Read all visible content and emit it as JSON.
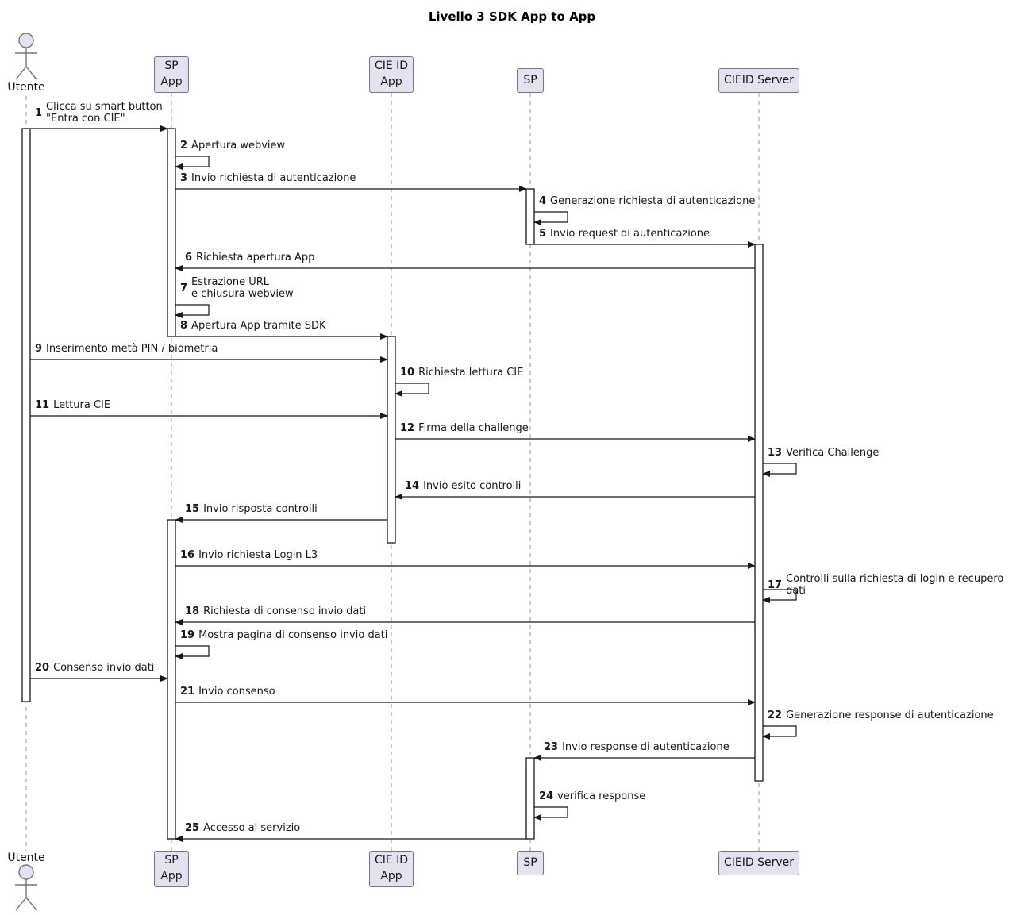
{
  "title": "Livello 3 SDK App to App",
  "actor": {
    "name": "Utente"
  },
  "participants": [
    {
      "label": "SP\nApp"
    },
    {
      "label": "CIE ID\nApp"
    },
    {
      "label": "SP"
    },
    {
      "label": "CIEID Server"
    }
  ],
  "messages": [
    {
      "num": "1",
      "text": "Clicca su smart button\n\"Entra con CIE\"",
      "from": "Utente",
      "to": "SP App"
    },
    {
      "num": "2",
      "text": "Apertura webview",
      "from": "SP App",
      "to": "SP App"
    },
    {
      "num": "3",
      "text": "Invio richiesta di autenticazione",
      "from": "SP App",
      "to": "SP"
    },
    {
      "num": "4",
      "text": "Generazione richiesta di autenticazione",
      "from": "SP",
      "to": "SP"
    },
    {
      "num": "5",
      "text": "Invio request di autenticazione",
      "from": "SP",
      "to": "CIEID Server"
    },
    {
      "num": "6",
      "text": "Richiesta apertura App",
      "from": "CIEID Server",
      "to": "SP App"
    },
    {
      "num": "7",
      "text": "Estrazione URL\ne chiusura webview",
      "from": "SP App",
      "to": "SP App"
    },
    {
      "num": "8",
      "text": "Apertura App tramite SDK",
      "from": "SP App",
      "to": "CIE ID App"
    },
    {
      "num": "9",
      "text": "Inserimento metà PIN / biometria",
      "from": "Utente",
      "to": "CIE ID App"
    },
    {
      "num": "10",
      "text": "Richiesta lettura CIE",
      "from": "CIE ID App",
      "to": "CIE ID App"
    },
    {
      "num": "11",
      "text": "Lettura CIE",
      "from": "Utente",
      "to": "CIE ID App"
    },
    {
      "num": "12",
      "text": "Firma della challenge",
      "from": "CIE ID App",
      "to": "CIEID Server"
    },
    {
      "num": "13",
      "text": "Verifica Challenge",
      "from": "CIEID Server",
      "to": "CIEID Server"
    },
    {
      "num": "14",
      "text": "Invio esito controlli",
      "from": "CIEID Server",
      "to": "CIE ID App"
    },
    {
      "num": "15",
      "text": "Invio risposta controlli",
      "from": "CIE ID App",
      "to": "SP App"
    },
    {
      "num": "16",
      "text": "Invio richiesta Login L3",
      "from": "SP App",
      "to": "CIEID Server"
    },
    {
      "num": "17",
      "text": "Controlli sulla richiesta di login e recupero dati",
      "from": "CIEID Server",
      "to": "CIEID Server"
    },
    {
      "num": "18",
      "text": "Richiesta di consenso invio dati",
      "from": "CIEID Server",
      "to": "SP App"
    },
    {
      "num": "19",
      "text": "Mostra pagina di consenso invio dati",
      "from": "SP App",
      "to": "SP App"
    },
    {
      "num": "20",
      "text": "Consenso invio dati",
      "from": "Utente",
      "to": "SP App"
    },
    {
      "num": "21",
      "text": "Invio consenso",
      "from": "SP App",
      "to": "CIEID Server"
    },
    {
      "num": "22",
      "text": "Generazione response di autenticazione",
      "from": "CIEID Server",
      "to": "CIEID Server"
    },
    {
      "num": "23",
      "text": "Invio response di autenticazione",
      "from": "CIEID Server",
      "to": "SP"
    },
    {
      "num": "24",
      "text": "verifica response",
      "from": "SP",
      "to": "SP"
    },
    {
      "num": "25",
      "text": "Accesso al servizio",
      "from": "SP",
      "to": "SP App"
    }
  ],
  "colors": {
    "participant_fill": "#E2E2F0",
    "participant_border": "#75758a",
    "message_line": "#181818",
    "lifeline": "#999999",
    "activation_fill": "#FFFFFF",
    "actor_stroke": "#767676"
  }
}
